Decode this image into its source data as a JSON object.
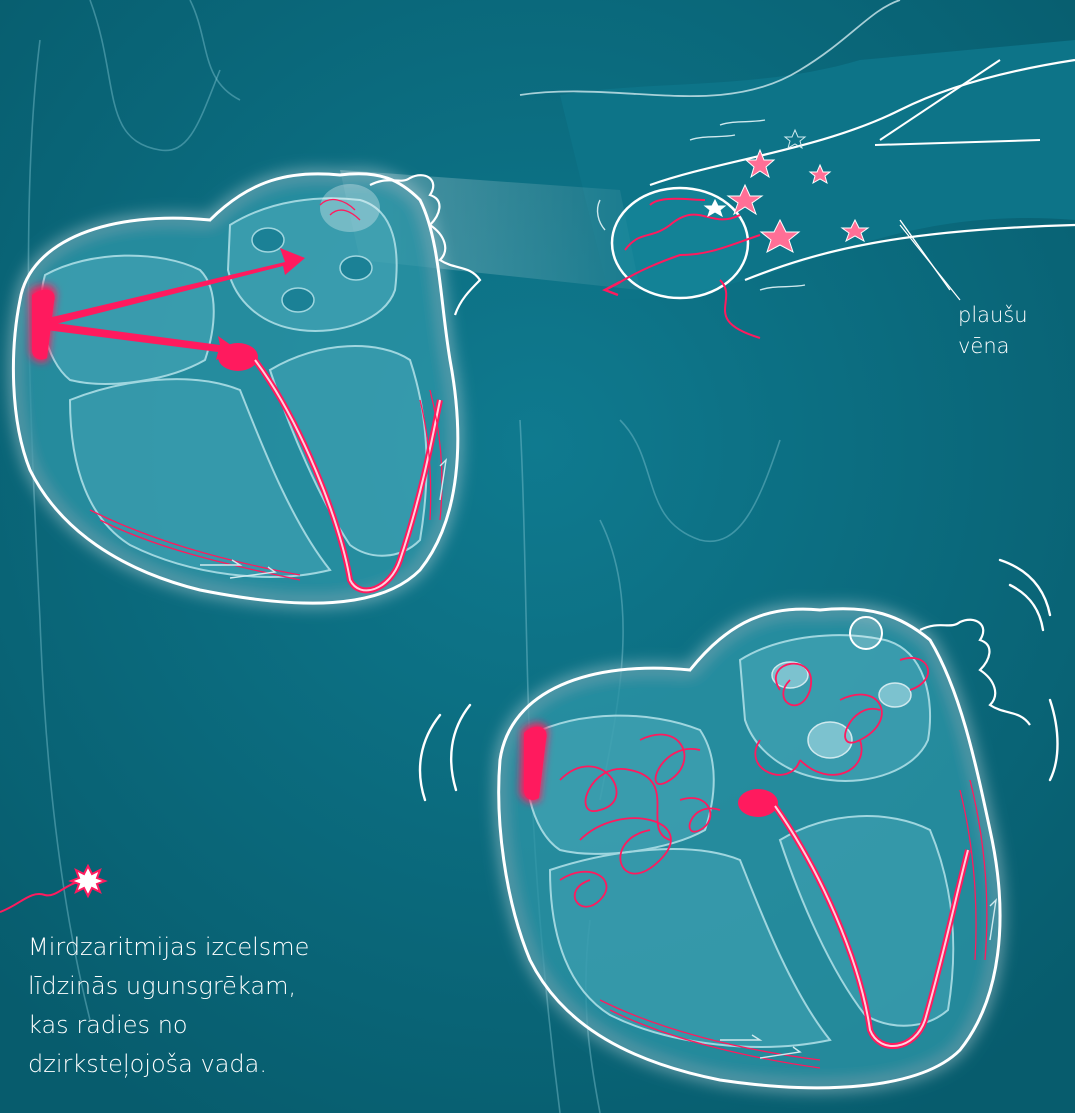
{
  "labels": {
    "pulmonary_vein_line1": "plaušu",
    "pulmonary_vein_line2": "vēna"
  },
  "caption": {
    "lines": [
      "Mirdzaritmijas izcelsme",
      "līdzinās ugunsgrēkam,",
      "kas radies no",
      "dzirksteļojoša vada."
    ]
  },
  "colors": {
    "background": "#0a6b7e",
    "accent": "#ff1a5e",
    "outline": "#ffffff",
    "chamber": "#2a8ca0"
  },
  "icons": {
    "spark": "spark-icon"
  }
}
